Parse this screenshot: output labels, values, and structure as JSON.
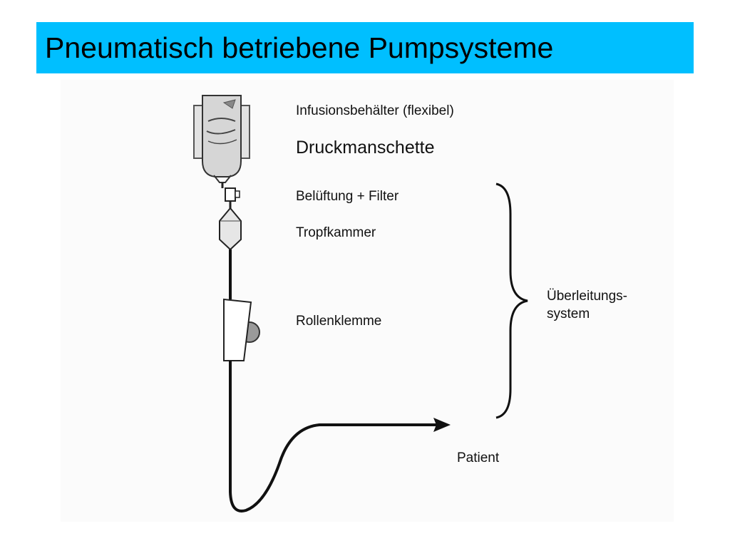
{
  "slide": {
    "title": "Pneumatisch betriebene Pumpsysteme"
  },
  "diagram": {
    "labels": {
      "container": "Infusionsbehälter (flexibel)",
      "cuff": "Druckmanschette",
      "vent": "Belüftung + Filter",
      "drip": "Tropfkammer",
      "clamp": "Rollenklemme",
      "system_line1": "Überleitungs-",
      "system_line2": "system",
      "patient": "Patient"
    }
  },
  "colors": {
    "title_bar": "#00bfff",
    "ink": "#111111"
  }
}
